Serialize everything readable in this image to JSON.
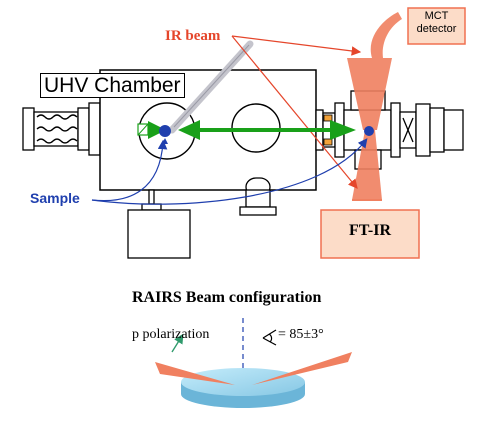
{
  "labels": {
    "ir_beam": "IR beam",
    "uhv_chamber": "UHV Chamber",
    "sample": "Sample",
    "mct_detector_line1": "MCT",
    "mct_detector_line2": "detector",
    "ftir": "FT-IR",
    "rairs_title": "RAIRS Beam configuration",
    "p_polarization": "p polarization",
    "angle": "= 85±3°"
  },
  "colors": {
    "ir_beam": "#e5462b",
    "beam_fill": "#f08060",
    "box_fill": "#fcdcc8",
    "box_border": "#f07050",
    "green_arrow": "#19a019",
    "sample_blue": "#1f3fae",
    "disk": "#9ad4ec"
  },
  "icons": {
    "angle": "angle-icon"
  }
}
